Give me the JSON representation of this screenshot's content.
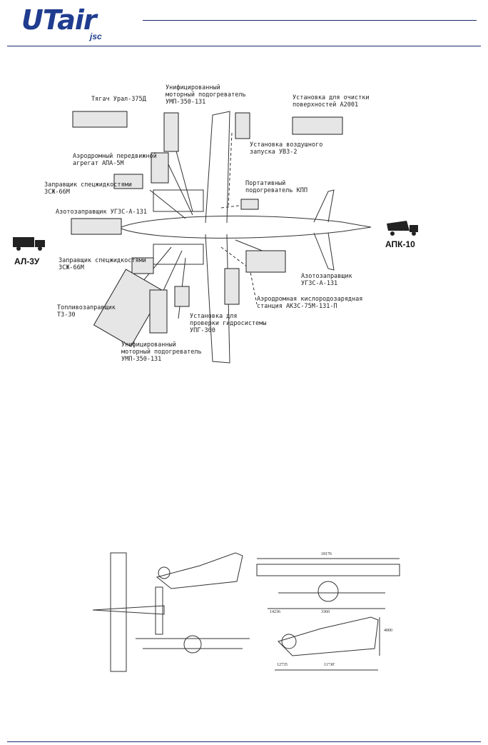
{
  "header": {
    "logo_text": "UTair",
    "logo_sub": "jsc"
  },
  "diagram": {
    "labels": {
      "tiagach": "Тягач Урал-375Д",
      "ump_top": "Унифицированный\nмоторный подогреватель\nУМП-350-131",
      "a2001": "Установка для очистки\nповерхностей А2001",
      "uvz": "Установка воздушного\nзапуска УВЗ-2",
      "apa": "Аэродромный передвижной\nагрегат АПА-5М",
      "zszh_top": "Заправщик спецжидкостями\nЗСЖ-66М",
      "kpp": "Портативный\nподогреватель КПП",
      "ugzs_top": "Азотозаправщик УГЗС-А-131",
      "zszh_bottom": "Заправщик спецжидкостями\nЗСЖ-66М",
      "ugzs_right": "Азотозаправщик\nУГЗС-А-131",
      "akzs": "Аэродромная кислородозарядная\nстанция АКЗС-75М-131-П",
      "tz": "Топливозаправщик\nТЗ-30",
      "upg": "Установка для\nпроверки гидросистемы\nУПГ-300",
      "ump_bottom": "Унифицированный\nмоторный подогреватель\nУМП-350-131"
    },
    "al3u": "АЛ-3У",
    "apk10": "АПК-10"
  },
  "drawings": {
    "dims": {
      "span": "18176",
      "half": "14236",
      "track": "3360",
      "length": "12735",
      "height": "4000",
      "angle": "11°30'"
    }
  },
  "colors": {
    "brand": "#1f3c8f",
    "rule": "#1a2a6c"
  }
}
